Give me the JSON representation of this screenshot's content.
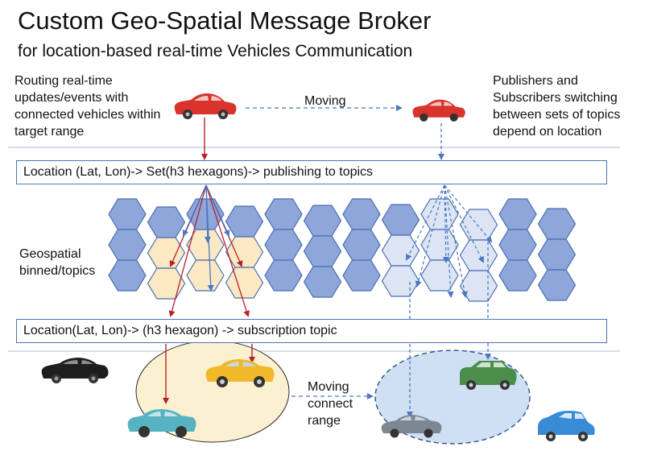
{
  "title": "Custom Geo-Spatial Message Broker",
  "subtitle": "for location-based real-time Vehicles Communication",
  "left_note": "Routing real-time updates/events with connected vehicles within target range",
  "right_note": "Publishers and Subscribers switching between sets of topics depend on location",
  "moving_top": "Moving",
  "publish_bar": "Location (Lat, Lon)-> Set(h3 hexagons)-> publishing to topics",
  "geo_label": "Geospatial binned/topics",
  "subscribe_bar": "Location(Lat, Lon)-> (h3 hexagon) -> subscription topic",
  "moving_bottom": "Moving connect range",
  "colors": {
    "hex_blue": "#8ea6d9",
    "hex_stroke": "#4a6fb0",
    "hex_highlight_yellow": "#fbe9c4",
    "hex_highlight_light": "#dde5f4",
    "arrow_red": "#b8202a",
    "arrow_blue": "#4a78c2",
    "range_yellow": "#fbf0cf",
    "range_blue": "#cfe0f2"
  }
}
